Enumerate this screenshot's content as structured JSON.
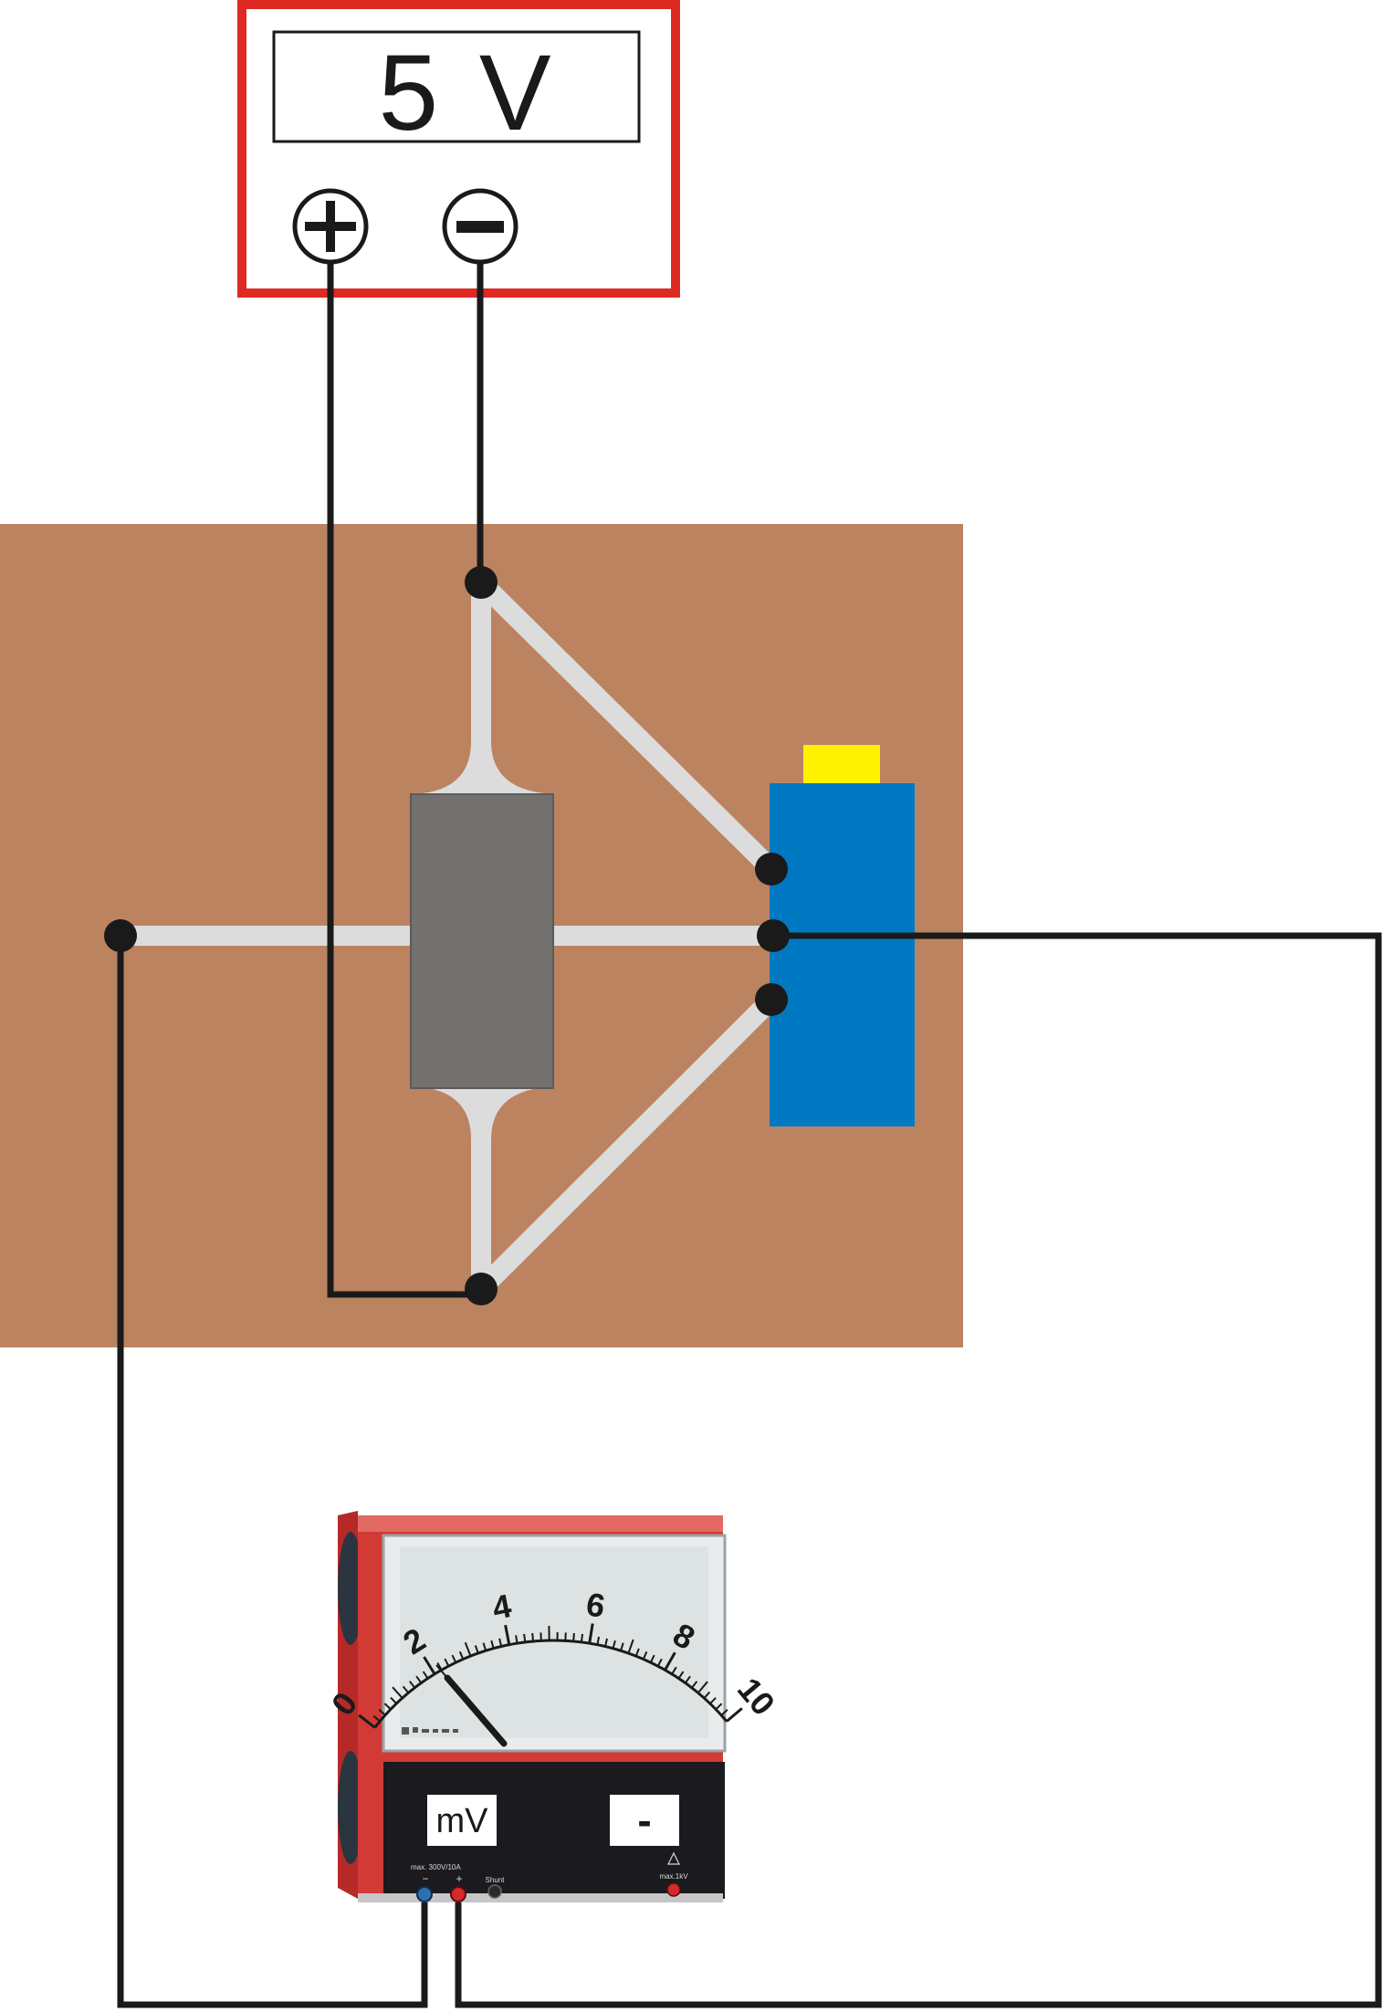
{
  "power_supply": {
    "display": "5 V",
    "plus_symbol": "+",
    "minus_symbol": "−"
  },
  "board": {
    "background": "#bc8360",
    "trace_color": "#dcdcdc",
    "resistor_color": "#737070",
    "potentiometer_color": "#0079c2",
    "knob_color": "#fff200"
  },
  "meter": {
    "scale_labels": [
      "0",
      "2",
      "4",
      "6",
      "8",
      "10"
    ],
    "range_label": "mV",
    "mode_label": "-",
    "max_rating": "max. 300V/10A",
    "minus_terminal": "−",
    "plus_terminal": "+",
    "shunt_label": "Shunt",
    "kv_label": "max.1kV",
    "case_color": "#d23a35"
  },
  "colors": {
    "wire": "#1a1a1a",
    "psu_frame": "#dd2a22"
  }
}
